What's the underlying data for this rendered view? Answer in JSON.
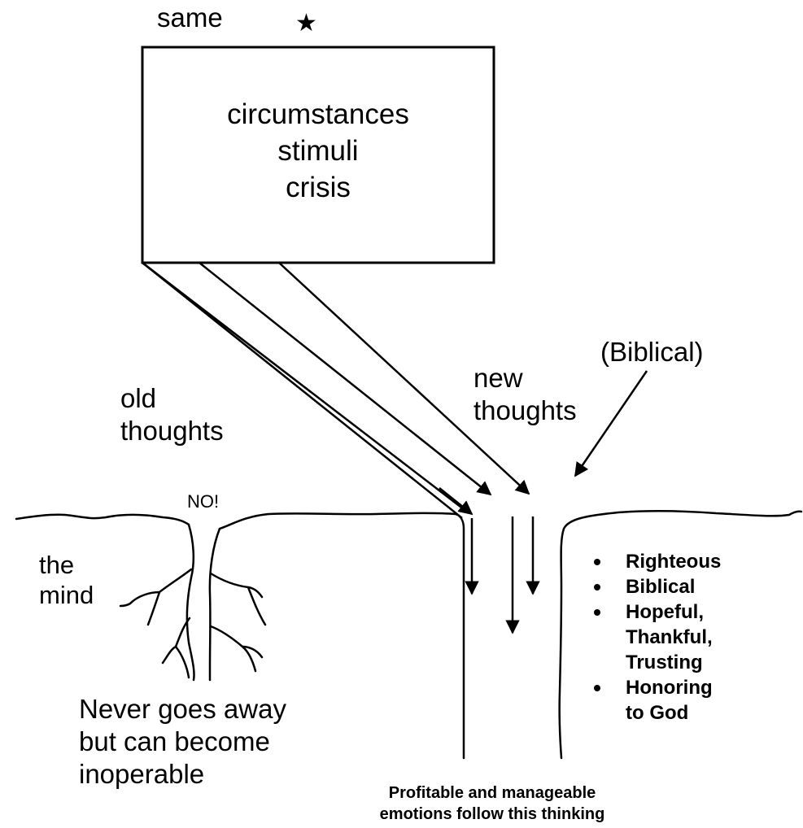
{
  "header": {
    "same_label": "same",
    "star_symbol": "★"
  },
  "box": {
    "lines": [
      "circumstances",
      "stimuli",
      "crisis"
    ]
  },
  "labels": {
    "old_thoughts": [
      "old",
      "thoughts"
    ],
    "new_thoughts": [
      "new",
      "thoughts"
    ],
    "biblical": "(Biblical)",
    "no": "NO!",
    "the_mind": [
      "the",
      "mind"
    ],
    "never_goes_away": [
      "Never goes away",
      "but can become",
      "inoperable"
    ]
  },
  "qualities": [
    {
      "lines": [
        "Righteous"
      ]
    },
    {
      "lines": [
        "Biblical"
      ]
    },
    {
      "lines": [
        "Hopeful,",
        "Thankful,",
        "Trusting"
      ]
    },
    {
      "lines": [
        "Honoring",
        "to God"
      ]
    }
  ],
  "footnote": {
    "lines": [
      "Profitable and manageable",
      "emotions follow this thinking"
    ]
  }
}
